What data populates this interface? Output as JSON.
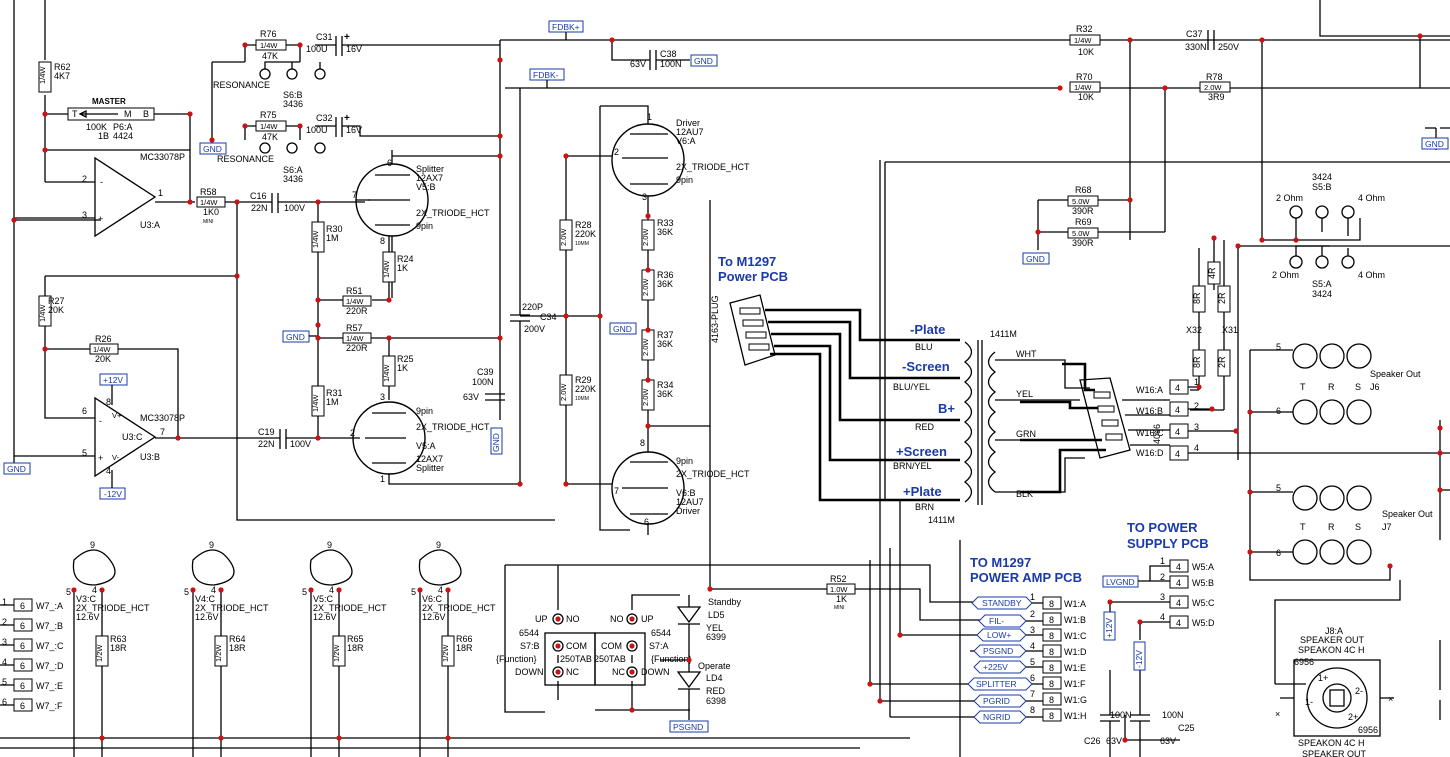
{
  "resistors": {
    "r62": {
      "ref": "R62",
      "val": "4K7",
      "w": "1/4W"
    },
    "r76": {
      "ref": "R76",
      "val": "47K",
      "w": "1/4W"
    },
    "r75": {
      "ref": "R75",
      "val": "47K",
      "w": "1/4W"
    },
    "r58": {
      "ref": "R58",
      "val": "1K0",
      "w": "1/4W",
      "note": "MINI"
    },
    "r30": {
      "ref": "R30",
      "val": "1M",
      "w": "1/4W"
    },
    "r24": {
      "ref": "R24",
      "val": "1K",
      "w": "1/4W"
    },
    "r51": {
      "ref": "R51",
      "val": "220R",
      "w": "1/4W"
    },
    "r57": {
      "ref": "R57",
      "val": "220R",
      "w": "1/4W"
    },
    "r25": {
      "ref": "R25",
      "val": "1K",
      "w": "1/4W"
    },
    "r31": {
      "ref": "R31",
      "val": "1M",
      "w": "1/4W"
    },
    "r27": {
      "ref": "R27",
      "val": "20K",
      "w": "1/4W"
    },
    "r26": {
      "ref": "R26",
      "val": "20K",
      "w": "1/4W"
    },
    "r28": {
      "ref": "R28",
      "val": "220K",
      "w": "2.0W",
      "note": "10MM"
    },
    "r29": {
      "ref": "R29",
      "val": "220K",
      "w": "2.0W",
      "note": "10MM"
    },
    "r33": {
      "ref": "R33",
      "val": "36K",
      "w": "2.0W"
    },
    "r36": {
      "ref": "R36",
      "val": "36K",
      "w": "2.0W"
    },
    "r37": {
      "ref": "R37",
      "val": "36K",
      "w": "2.0W"
    },
    "r34": {
      "ref": "R34",
      "val": "36K",
      "w": "2.0W"
    },
    "r32": {
      "ref": "R32",
      "val": "10K",
      "w": "1/4W"
    },
    "r70": {
      "ref": "R70",
      "val": "10K",
      "w": "1/4W"
    },
    "r78": {
      "ref": "R78",
      "val": "3R9",
      "w": "2.0W"
    },
    "r68": {
      "ref": "R68",
      "val": "390R",
      "w": "5.0W"
    },
    "r69": {
      "ref": "R69",
      "val": "390R",
      "w": "5.0W"
    },
    "r52": {
      "ref": "R52",
      "val": "1K",
      "w": "1.0W",
      "note": "MINI"
    },
    "r63": {
      "ref": "R63",
      "val": "18R",
      "w": "1/2W"
    },
    "r64": {
      "ref": "R64",
      "val": "18R",
      "w": "1/2W"
    },
    "r65": {
      "ref": "R65",
      "val": "18R",
      "w": "1/2W"
    },
    "r66": {
      "ref": "R66",
      "val": "18R",
      "w": "1/2W"
    },
    "x32a": "8R",
    "x31a": "2R",
    "x32b": "8R",
    "x31b": "2R",
    "x4r": "4R",
    "x32": "X32",
    "x31": "X31"
  },
  "capacitors": {
    "c31": {
      "ref": "C31",
      "val": "100U",
      "v": "16V"
    },
    "c32": {
      "ref": "C32",
      "val": "100U",
      "v": "16V"
    },
    "c38": {
      "ref": "C38",
      "val": "100N",
      "v": "63V"
    },
    "c37": {
      "ref": "C37",
      "val": "330N",
      "v": "250V"
    },
    "c16": {
      "ref": "C16",
      "val": "22N",
      "v": "100V"
    },
    "c19": {
      "ref": "C19",
      "val": "22N",
      "v": "100V"
    },
    "c34": {
      "ref": "C34",
      "val": "220P",
      "v": "200V"
    },
    "c39": {
      "ref": "C39",
      "val": "100N",
      "v": "63V"
    },
    "c26": {
      "ref": "C26",
      "val": "100N",
      "v": "63V"
    },
    "c25": {
      "ref": "C25",
      "val": "100N",
      "v": "63V"
    }
  },
  "pot": {
    "name": "MASTER",
    "t": "T",
    "m": "M",
    "b": "B",
    "val": "100K",
    "ref": "P6:A",
    "taper": "1B",
    "part": "4424"
  },
  "switches": {
    "s6b": {
      "ref": "S6:B",
      "part": "3436"
    },
    "s6a": {
      "ref": "S6:A",
      "part": "3436"
    },
    "resonance": "RESONANCE",
    "s5b": {
      "ref": "S5:B",
      "part": "3424"
    },
    "s5a": {
      "ref": "S5:A",
      "part": "3424"
    },
    "ohm2": "2 Ohm",
    "ohm4": "4 Ohm",
    "s7b": {
      "ref": "S7:B",
      "part": "6544",
      "up": "UP",
      "no": "NO",
      "com": "COM",
      "down": "DOWN",
      "nc": "NC",
      "tab": "250TAB",
      "func": "{Function}"
    },
    "s7a": {
      "ref": "S7:A",
      "part": "6544",
      "up": "UP",
      "no": "NO",
      "com": "COM",
      "down": "DOWN",
      "nc": "NC",
      "tab": "250TAB",
      "func": "{Function}"
    }
  },
  "opamps": {
    "u3a": {
      "ref": "U3:A",
      "part": "MC33078P"
    },
    "u3b": {
      "ref": "U3:B",
      "part": "MC33078P",
      "unit": "U3:C"
    }
  },
  "tubes": {
    "v5b": {
      "ref": "V5:B",
      "name": "Splitter",
      "type": "12AX7",
      "model": "2X_TRIODE_HCT",
      "pin": "9pin"
    },
    "v5a": {
      "ref": "V5:A",
      "name": "Splitter",
      "type": "12AX7",
      "model": "2X_TRIODE_HCT",
      "pin": "9pin"
    },
    "v6a": {
      "ref": "V6:A",
      "name": "Driver",
      "type": "12AU7",
      "model": "2X_TRIODE_HCT",
      "pin": "9pin"
    },
    "v6b": {
      "ref": "V6:B",
      "name": "Driver",
      "type": "12AU7",
      "model": "2X_TRIODE_HCT",
      "pin": "9pin"
    },
    "heaters": [
      {
        "ref": "V3:C",
        "model": "2X_TRIODE_HCT",
        "v": "12.6V"
      },
      {
        "ref": "V4:C",
        "model": "2X_TRIODE_HCT",
        "v": "12.6V"
      },
      {
        "ref": "V5:C",
        "model": "2X_TRIODE_HCT",
        "v": "12.6V"
      },
      {
        "ref": "V6:C",
        "model": "2X_TRIODE_HCT",
        "v": "12.6V"
      }
    ]
  },
  "nets": {
    "gnd": "GND",
    "fdbkp": "FDBK+",
    "fdbkm": "FDBK-",
    "p12": "+12V",
    "m12": "-12V",
    "psgnd": "PSGND",
    "lvgnd": "LVGND",
    "p12v": "+12V",
    "m12v": "-12V"
  },
  "headings": {
    "m1297a": "To M1297",
    "m1297b": "Power PCB",
    "pa1": "TO M1297",
    "pa2": "POWER AMP PCB",
    "ps1": "TO POWER",
    "ps2": "SUPPLY PCB",
    "plug": "4163-PLUG",
    "p4096": "4096"
  },
  "transformer": {
    "ref": "1411M",
    "plate_m": "-Plate",
    "screen_m": "-Screen",
    "bplus": "B+",
    "screen_p": "+Screen",
    "plate_p": "+Plate",
    "blu": "BLU",
    "bluyel": "BLU/YEL",
    "red": "RED",
    "brnyel": "BRN/YEL",
    "brn": "BRN",
    "wht": "WHT",
    "yel": "YEL",
    "grn": "GRN",
    "blk": "BLK"
  },
  "leds": {
    "ld5": {
      "name": "Standby",
      "ref": "LD5",
      "col": "YEL",
      "part": "6399"
    },
    "ld4": {
      "name": "Operate",
      "ref": "LD4",
      "col": "RED",
      "part": "6398"
    }
  },
  "w1": [
    "STANDBY",
    "FIL-",
    "LOW+",
    "PSGND",
    "+225V",
    "SPLITTER",
    "PGRID",
    "NGRID"
  ],
  "w1pins": [
    "W1:A",
    "W1:B",
    "W1:C",
    "W1:D",
    "W1:E",
    "W1:F",
    "W1:G",
    "W1:H"
  ],
  "w5": [
    "W5:A",
    "W5:B",
    "W5:C",
    "W5:D"
  ],
  "w16": [
    "W16:A",
    "W16:B",
    "W16:C",
    "W16:D"
  ],
  "w7": [
    "W7_:A",
    "W7_:B",
    "W7_:C",
    "W7_:D",
    "W7_:E",
    "W7_:F"
  ],
  "jacks": {
    "j6": "Speaker Out",
    "j6ref": "J6",
    "j7": "Speaker Out",
    "j7ref": "J7",
    "t": "T",
    "r": "R",
    "s": "S"
  },
  "speakon": {
    "ref": "J8:A",
    "title": "SPEAKER OUT",
    "type": "SPEAKON 4C H",
    "part": "6956",
    "p1p": "1+",
    "p1m": "1-",
    "p2p": "2+",
    "p2m": "2-"
  }
}
